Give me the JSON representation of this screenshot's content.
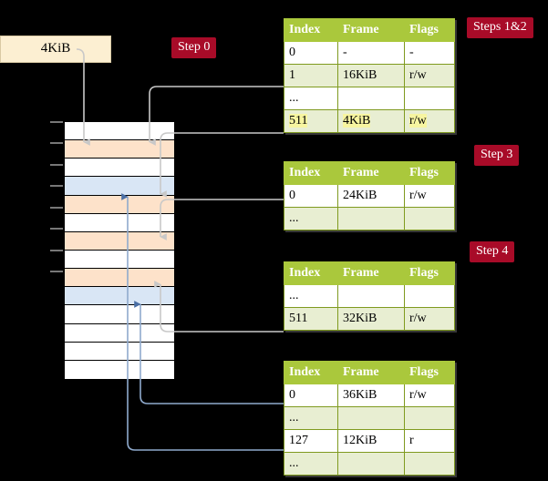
{
  "diagram": {
    "title_labels": {
      "step0": "Step 0",
      "steps12": "Steps 1&2",
      "step3": "Step 3",
      "step4": "Step 4"
    },
    "source_box": {
      "label": "4KiB"
    },
    "colors": {
      "badge_bg": "#a80b28",
      "badge_fg": "#ffffff",
      "table_header_bg": "#aac83c",
      "table_alt_row_bg": "#e8eed2",
      "table_border": "#7f9a1f",
      "highlight": "#f7f5a0",
      "source_box_bg": "#fcefd2",
      "mem_orange": "#fde2ca",
      "mem_blue": "#d9e6f5",
      "arrow_gray": "#c8c8c8",
      "arrow_blue": "#6b8fc4",
      "background": "#000000"
    },
    "columns": [
      "Index",
      "Frame",
      "Flags"
    ],
    "tables": [
      {
        "name": "pml4-table",
        "step": "Steps 1&2",
        "rows": [
          {
            "index": "0",
            "frame": "-",
            "flags": "-",
            "style": "plain",
            "highlight": false
          },
          {
            "index": "1",
            "frame": "16KiB",
            "flags": "r/w",
            "style": "alt",
            "highlight": false
          },
          {
            "index": "...",
            "frame": "",
            "flags": "",
            "style": "plain",
            "highlight": false
          },
          {
            "index": "511",
            "frame": "4KiB",
            "flags": "r/w",
            "style": "alt",
            "highlight": true
          }
        ]
      },
      {
        "name": "pdp-table",
        "step": "Step 3",
        "rows": [
          {
            "index": "0",
            "frame": "24KiB",
            "flags": "r/w",
            "style": "plain",
            "highlight": false
          },
          {
            "index": "...",
            "frame": "",
            "flags": "",
            "style": "alt",
            "highlight": false
          }
        ]
      },
      {
        "name": "pd-table",
        "step": "Step 4",
        "rows": [
          {
            "index": "...",
            "frame": "",
            "flags": "",
            "style": "plain",
            "highlight": false
          },
          {
            "index": "511",
            "frame": "32KiB",
            "flags": "r/w",
            "style": "alt",
            "highlight": false
          }
        ]
      },
      {
        "name": "pt-table",
        "step": "",
        "rows": [
          {
            "index": "0",
            "frame": "36KiB",
            "flags": "r/w",
            "style": "plain",
            "highlight": false
          },
          {
            "index": "...",
            "frame": "",
            "flags": "",
            "style": "alt",
            "highlight": false
          },
          {
            "index": "127",
            "frame": "12KiB",
            "flags": "r",
            "style": "plain",
            "highlight": false
          },
          {
            "index": "...",
            "frame": "",
            "flags": "",
            "style": "alt",
            "highlight": false
          }
        ]
      }
    ],
    "memory_rows": [
      {
        "fill": "white"
      },
      {
        "fill": "orange"
      },
      {
        "fill": "white"
      },
      {
        "fill": "blue"
      },
      {
        "fill": "orange"
      },
      {
        "fill": "white"
      },
      {
        "fill": "orange"
      },
      {
        "fill": "white"
      },
      {
        "fill": "orange"
      },
      {
        "fill": "blue"
      },
      {
        "fill": "white"
      },
      {
        "fill": "white"
      },
      {
        "fill": "white"
      },
      {
        "fill": "white"
      }
    ]
  }
}
